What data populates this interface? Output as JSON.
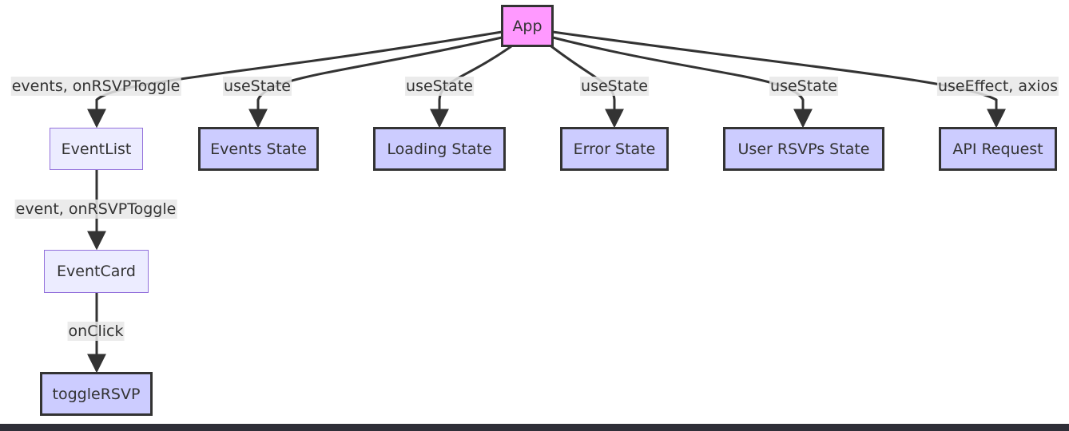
{
  "nodes": {
    "app": "App",
    "event_list": "EventList",
    "events_state": "Events State",
    "loading_state": "Loading State",
    "error_state": "Error State",
    "user_rsvps_state": "User RSVPs State",
    "api_request": "API Request",
    "event_card": "EventCard",
    "toggle_rsvp": "toggleRSVP"
  },
  "edges": {
    "app_to_event_list": "events, onRSVPToggle",
    "app_to_events_state": "useState",
    "app_to_loading_state": "useState",
    "app_to_error_state": "useState",
    "app_to_user_rsvps_state": "useState",
    "app_to_api_request": "useEffect, axios",
    "event_list_to_event_card": "event, onRSVPToggle",
    "event_card_to_toggle_rsvp": "onClick"
  },
  "colors": {
    "root_fill": "#FF99FF",
    "stateful_fill": "#CCCCFF",
    "default_fill": "#ECECFF",
    "default_border": "#9370DB",
    "edge": "#333333"
  }
}
